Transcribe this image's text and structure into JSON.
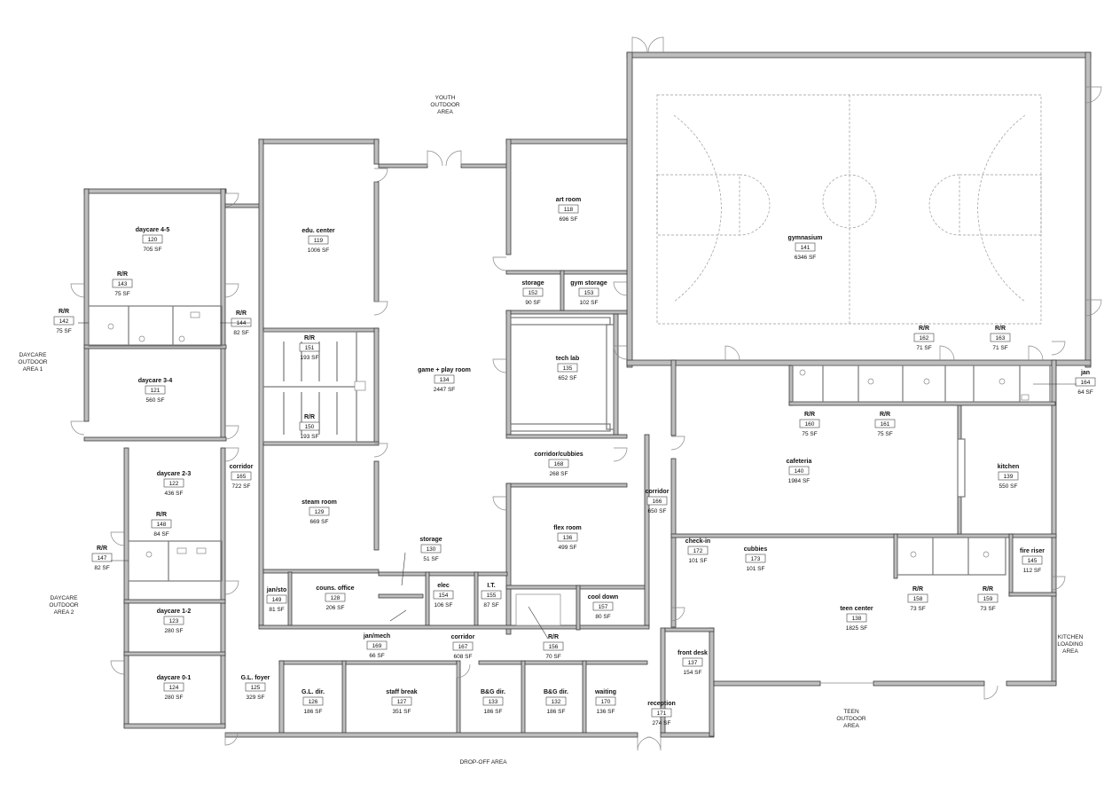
{
  "rooms": [
    {
      "id": "daycare-4-5",
      "name": "daycare 4-5",
      "number": "120",
      "area": "705 SF"
    },
    {
      "id": "rr-143",
      "name": "R/R",
      "number": "143",
      "area": "75 SF"
    },
    {
      "id": "rr-142",
      "name": "R/R",
      "number": "142",
      "area": "75 SF"
    },
    {
      "id": "rr-144",
      "name": "R/R",
      "number": "144",
      "area": "82 SF"
    },
    {
      "id": "daycare-3-4",
      "name": "daycare 3-4",
      "number": "121",
      "area": "560 SF"
    },
    {
      "id": "daycare-2-3",
      "name": "daycare 2-3",
      "number": "122",
      "area": "436 SF"
    },
    {
      "id": "rr-148",
      "name": "R/R",
      "number": "148",
      "area": "84 SF"
    },
    {
      "id": "rr-147",
      "name": "R/R",
      "number": "147",
      "area": "82 SF"
    },
    {
      "id": "daycare-1-2",
      "name": "daycare 1-2",
      "number": "123",
      "area": "280 SF"
    },
    {
      "id": "daycare-0-1",
      "name": "daycare 0-1",
      "number": "124",
      "area": "280 SF"
    },
    {
      "id": "corridor-165",
      "name": "corridor",
      "number": "165",
      "area": "722 SF"
    },
    {
      "id": "gl-foyer",
      "name": "G.L. foyer",
      "number": "125",
      "area": "329 SF"
    },
    {
      "id": "edu-center",
      "name": "edu. center",
      "number": "119",
      "area": "1006 SF"
    },
    {
      "id": "rr-151",
      "name": "R/R",
      "number": "151",
      "area": "193 SF"
    },
    {
      "id": "rr-150",
      "name": "R/R",
      "number": "150",
      "area": "193 SF"
    },
    {
      "id": "game-play-room",
      "name": "game + play room",
      "number": "134",
      "area": "2447 SF"
    },
    {
      "id": "steam-room",
      "name": "steam room",
      "number": "129",
      "area": "669 SF"
    },
    {
      "id": "storage-130",
      "name": "storage",
      "number": "130",
      "area": "51 SF"
    },
    {
      "id": "jan-sto",
      "name": "jan/sto",
      "number": "149",
      "area": "81 SF"
    },
    {
      "id": "couns-office",
      "name": "couns. office",
      "number": "128",
      "area": "206 SF"
    },
    {
      "id": "jan-mech",
      "name": "jan/mech",
      "number": "169",
      "area": "66 SF"
    },
    {
      "id": "elec",
      "name": "elec",
      "number": "154",
      "area": "106 SF"
    },
    {
      "id": "it",
      "name": "I.T.",
      "number": "155",
      "area": "87 SF"
    },
    {
      "id": "corridor-167",
      "name": "corridor",
      "number": "167",
      "area": "608 SF"
    },
    {
      "id": "gl-dir",
      "name": "G.L. dir.",
      "number": "126",
      "area": "186 SF"
    },
    {
      "id": "staff-break",
      "name": "staff break",
      "number": "127",
      "area": "351 SF"
    },
    {
      "id": "bg-dir-133",
      "name": "B&G dir.",
      "number": "133",
      "area": "186 SF"
    },
    {
      "id": "bg-dir-132",
      "name": "B&G dir.",
      "number": "132",
      "area": "186 SF"
    },
    {
      "id": "rr-156",
      "name": "R/R",
      "number": "156",
      "area": "70 SF"
    },
    {
      "id": "waiting",
      "name": "waiting",
      "number": "170",
      "area": "136 SF"
    },
    {
      "id": "art-room",
      "name": "art room",
      "number": "118",
      "area": "696 SF"
    },
    {
      "id": "storage-152",
      "name": "storage",
      "number": "152",
      "area": "90 SF"
    },
    {
      "id": "gym-storage",
      "name": "gym storage",
      "number": "153",
      "area": "102 SF"
    },
    {
      "id": "tech-lab",
      "name": "tech lab",
      "number": "135",
      "area": "652 SF"
    },
    {
      "id": "corridor-cubbies",
      "name": "corridor/cubbies",
      "number": "168",
      "area": "268 SF"
    },
    {
      "id": "flex-room",
      "name": "flex room",
      "number": "136",
      "area": "499 SF"
    },
    {
      "id": "cool-down",
      "name": "cool down",
      "number": "157",
      "area": "80 SF"
    },
    {
      "id": "corridor-166",
      "name": "corridor",
      "number": "166",
      "area": "650 SF"
    },
    {
      "id": "reception",
      "name": "reception",
      "number": "171",
      "area": "274 SF"
    },
    {
      "id": "front-desk",
      "name": "front desk",
      "number": "137",
      "area": "154 SF"
    },
    {
      "id": "gymnasium",
      "name": "gymnasium",
      "number": "141",
      "area": "6346 SF"
    },
    {
      "id": "rr-162",
      "name": "R/R",
      "number": "162",
      "area": "71 SF"
    },
    {
      "id": "rr-163",
      "name": "R/R",
      "number": "163",
      "area": "71 SF"
    },
    {
      "id": "jan-164",
      "name": "jan",
      "number": "164",
      "area": "64 SF"
    },
    {
      "id": "rr-160",
      "name": "R/R",
      "number": "160",
      "area": "75 SF"
    },
    {
      "id": "rr-161",
      "name": "R/R",
      "number": "161",
      "area": "75 SF"
    },
    {
      "id": "cafeteria",
      "name": "cafeteria",
      "number": "140",
      "area": "1984 SF"
    },
    {
      "id": "kitchen",
      "name": "kitchen",
      "number": "139",
      "area": "550 SF"
    },
    {
      "id": "check-in",
      "name": "check-in",
      "number": "172",
      "area": "101 SF"
    },
    {
      "id": "cubbies",
      "name": "cubbies",
      "number": "173",
      "area": "101 SF"
    },
    {
      "id": "fire-riser",
      "name": "fire riser",
      "number": "145",
      "area": "112 SF"
    },
    {
      "id": "rr-158",
      "name": "R/R",
      "number": "158",
      "area": "73 SF"
    },
    {
      "id": "rr-159",
      "name": "R/R",
      "number": "159",
      "area": "73 SF"
    },
    {
      "id": "teen-center",
      "name": "teen center",
      "number": "138",
      "area": "1825 SF"
    }
  ],
  "outdoor_areas": {
    "youth": [
      "YOUTH",
      "OUTDOOR",
      "AREA"
    ],
    "daycare1": [
      "DAYCARE",
      "OUTDOOR",
      "AREA 1"
    ],
    "daycare2": [
      "DAYCARE",
      "OUTDOOR",
      "AREA 2"
    ],
    "teen": [
      "TEEN",
      "OUTDOOR",
      "AREA"
    ],
    "kitchen": [
      "KITCHEN",
      "LOADING",
      "AREA"
    ],
    "dropoff": [
      "DROP-OFF AREA"
    ]
  }
}
